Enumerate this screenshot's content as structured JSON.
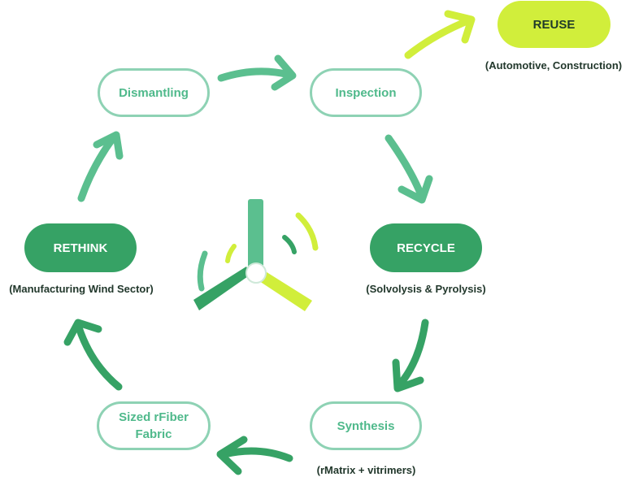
{
  "nodes": {
    "reuse": "REUSE",
    "dismantling": "Dismantling",
    "inspection": "Inspection",
    "rethink": "RETHINK",
    "recycle": "RECYCLE",
    "sized_line1": "Sized rFiber",
    "sized_line2": "Fabric",
    "synthesis": "Synthesis"
  },
  "subtitles": {
    "reuse": "(Automotive, Construction)",
    "rethink": "(Manufacturing Wind Sector)",
    "recycle": "(Solvolysis & Pyrolysis)",
    "synthesis": "(rMatrix + vitrimers)"
  },
  "icons": {
    "center": "wind-turbine-icon"
  },
  "colors": {
    "outline_border": "#8ed2b4",
    "outline_text": "#4fb98b",
    "dark_green": "#36a265",
    "mid_green": "#5bbf8f",
    "lime": "#d1ee3b",
    "subtitle_text": "#22382c"
  }
}
